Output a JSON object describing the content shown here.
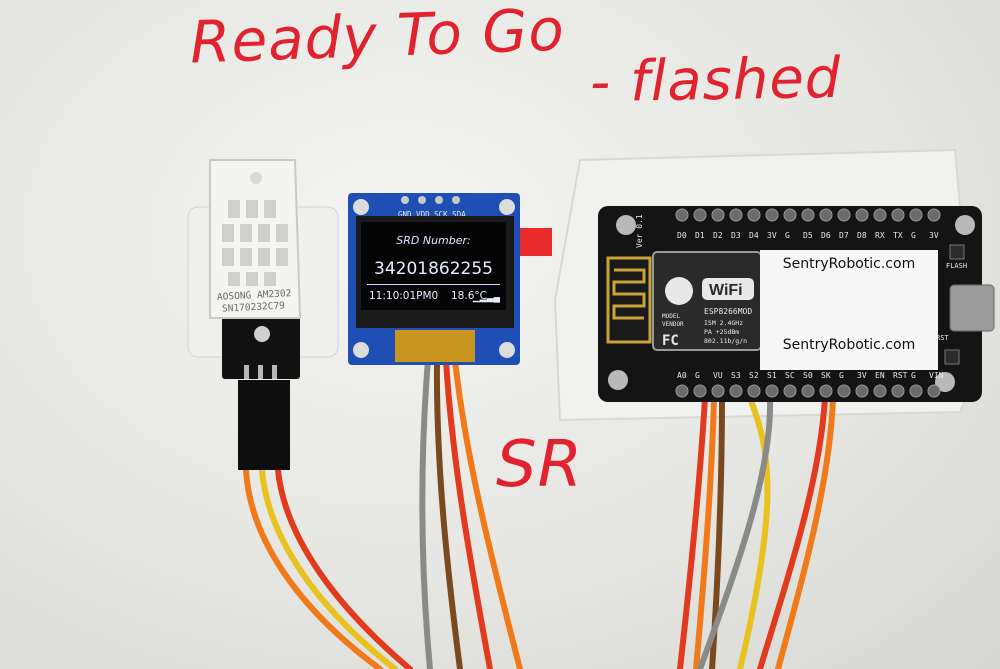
{
  "notes": {
    "ready": "Ready To Go",
    "flashed": "- flashed",
    "sr": "SR"
  },
  "sensor": {
    "label_line1": "AOSONG AM2302",
    "label_line2": "SN170232C79"
  },
  "oled": {
    "pins": "GND VDD SCK SDA",
    "label": "SRD Number:",
    "number": "34201862255",
    "time": "11:10:01PM0",
    "temperature": "18.6°C"
  },
  "board": {
    "top_pins": [
      "D0",
      "D1",
      "D2",
      "D3",
      "D4",
      "3V",
      "G",
      "D5",
      "D6",
      "D7",
      "D8",
      "RX",
      "TX",
      "G",
      "3V"
    ],
    "bottom_pins": [
      "A0",
      "G",
      "VU",
      "S3",
      "S2",
      "S1",
      "SC",
      "S0",
      "SK",
      "G",
      "3V",
      "EN",
      "RST",
      "G",
      "VIN"
    ],
    "module_name": "ESP8266MOD",
    "module_line1": "ISM 2.4GHz",
    "module_line2": "PA +25dBm",
    "module_line3": "802.11b/g/n",
    "vendor_line1": "MODEL",
    "vendor_line2": "VENDOR",
    "wifi": "WiFi",
    "fcc": "FC",
    "ver": "Ver 0.1",
    "flash_label": "FLASH",
    "rst_label": "RST"
  },
  "sticker": {
    "top": "SentryRobotic.com",
    "bottom": "SentryRobotic.com"
  },
  "colors": {
    "marker_red": "#e0232f",
    "pcb_black": "#141414",
    "oled_blue": "#1f4fb4",
    "wire_red": "#e13a1e",
    "wire_orange": "#f07a1a",
    "wire_yellow": "#e8c21e",
    "wire_gray": "#8a8a8a",
    "wire_brown": "#7a4a1e"
  }
}
